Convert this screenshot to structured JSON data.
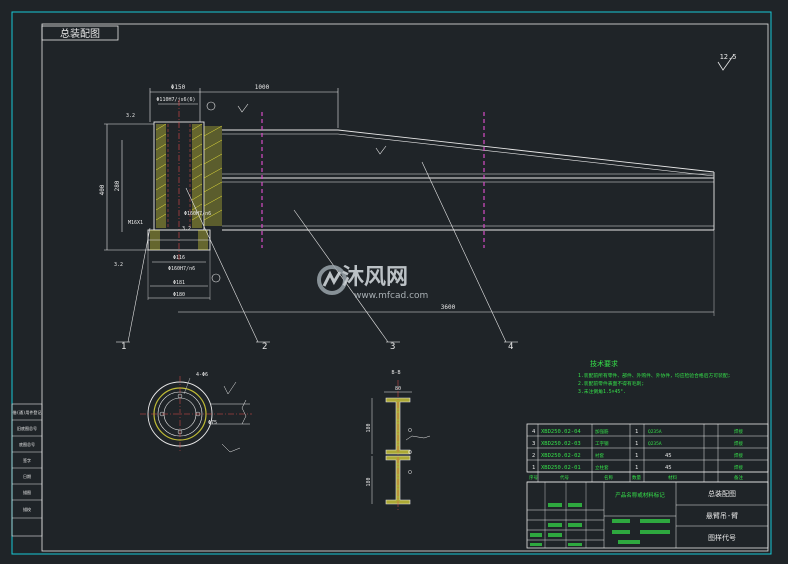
{
  "title_block_label": "总装配图",
  "surface_mark": "12.5",
  "dimensions": {
    "d150": "Φ150",
    "d1000": "1000",
    "d110": "Φ110H7/js6(6)",
    "d160": "Φ160H7/n6",
    "d160b": "Φ160H7/n6",
    "d116": "Φ116",
    "d181": "Φ181",
    "d180": "Φ180",
    "d400": "400",
    "d280": "280",
    "d3600": "3600",
    "m16": "M16X1",
    "r32": "3.2",
    "r32b": "3.2",
    "r32c": "3.2",
    "holes": "4-Φ6",
    "pcd": "Φ75",
    "sec_w": "80",
    "sec_h1": "180",
    "sec_h2": "180"
  },
  "callouts": [
    "1",
    "2",
    "3",
    "4"
  ],
  "section_label": "B-B",
  "tech_req": {
    "title": "技术要求",
    "items": [
      "1.装配前所有零件、部件、外购件、外协件，均应检验合格后方可装配;",
      "2.装配前零件表面不得有毛刺;",
      "3.未注倒角1.5×45°."
    ]
  },
  "bom": [
    {
      "no": "4",
      "code": "XBD250.02-04",
      "name": "加强筋",
      "qty": "1",
      "material": "Q235A",
      "note": "焊接"
    },
    {
      "no": "3",
      "code": "XBD250.02-03",
      "name": "工字钢",
      "qty": "1",
      "material": "Q235A",
      "note": "焊接"
    },
    {
      "no": "2",
      "code": "XBD250.02-02",
      "name": "衬套",
      "qty": "1",
      "material": "45",
      "note": "焊接"
    },
    {
      "no": "1",
      "code": "XBD250.02-01",
      "name": "立柱套",
      "qty": "1",
      "material": "45",
      "note": "焊接"
    }
  ],
  "bom_header": [
    "序号",
    "代号",
    "名称",
    "数量",
    "材料",
    "备注"
  ],
  "title_block": {
    "product": "产品名称或材料标记",
    "company": "总装配图",
    "drawing": "悬臂吊-臂",
    "sheet": "图样代号"
  },
  "left_strip": [
    "借(通)用件登记",
    "旧底图总号",
    "底图总号",
    "签字",
    "日期",
    "描图",
    "描校"
  ],
  "watermark": {
    "brand": "沐风网",
    "url": "www.mfcad.com"
  }
}
